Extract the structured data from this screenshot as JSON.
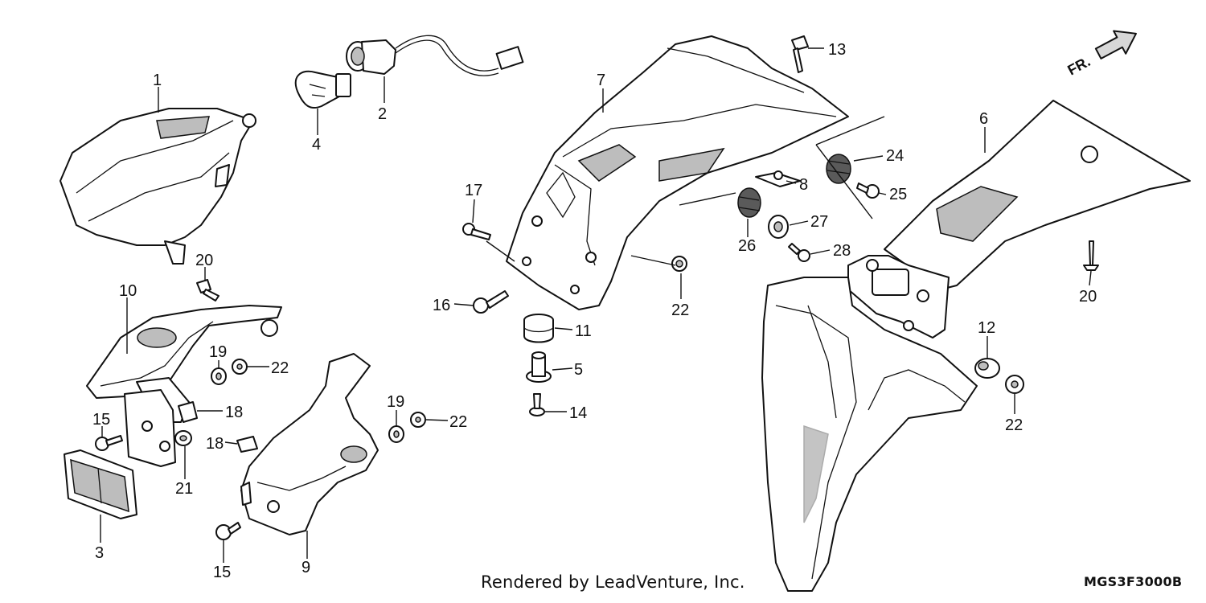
{
  "diagram": {
    "callouts": [
      "1",
      "2",
      "3",
      "4",
      "5",
      "6",
      "7",
      "8",
      "9",
      "10",
      "11",
      "12",
      "13",
      "14",
      "15",
      "15",
      "16",
      "17",
      "18",
      "18",
      "19",
      "19",
      "20",
      "20",
      "21",
      "22",
      "22",
      "22",
      "22",
      "22",
      "24",
      "25",
      "26",
      "27",
      "28"
    ],
    "direction_label": "FR.",
    "credit": "Rendered by LeadVenture, Inc.",
    "diagram_code": "MGS3F3000B"
  }
}
